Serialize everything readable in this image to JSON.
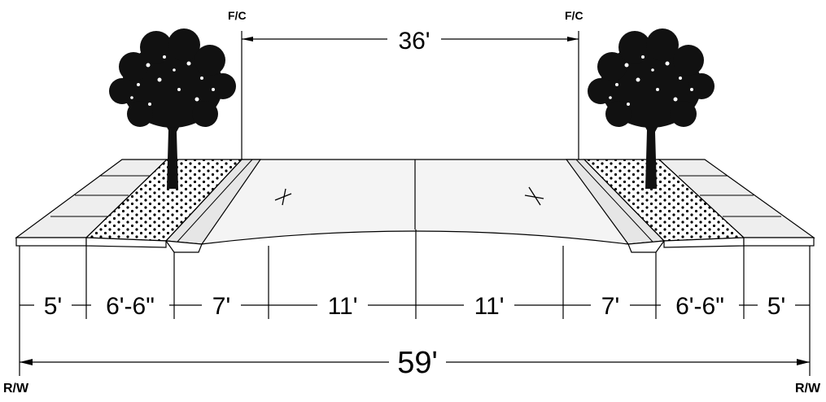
{
  "labels": {
    "fc_left": "F/C",
    "fc_right": "F/C",
    "rw_left": "R/W",
    "rw_right": "R/W",
    "curb_to_curb": "36'",
    "total_row": "59'"
  },
  "segments": [
    {
      "label": "5'"
    },
    {
      "label": "6'-6\""
    },
    {
      "label": "7'"
    },
    {
      "label": "11'"
    },
    {
      "label": "11'"
    },
    {
      "label": "7'"
    },
    {
      "label": "6'-6\""
    },
    {
      "label": "5'"
    }
  ],
  "colors": {
    "line": "#000000",
    "road": "#f4f4f4",
    "sidewalk": "#eeeeee",
    "tree": "#111111"
  },
  "icons": {
    "tree": "tree-icon",
    "bike_marker": "lane-marker-icon"
  }
}
